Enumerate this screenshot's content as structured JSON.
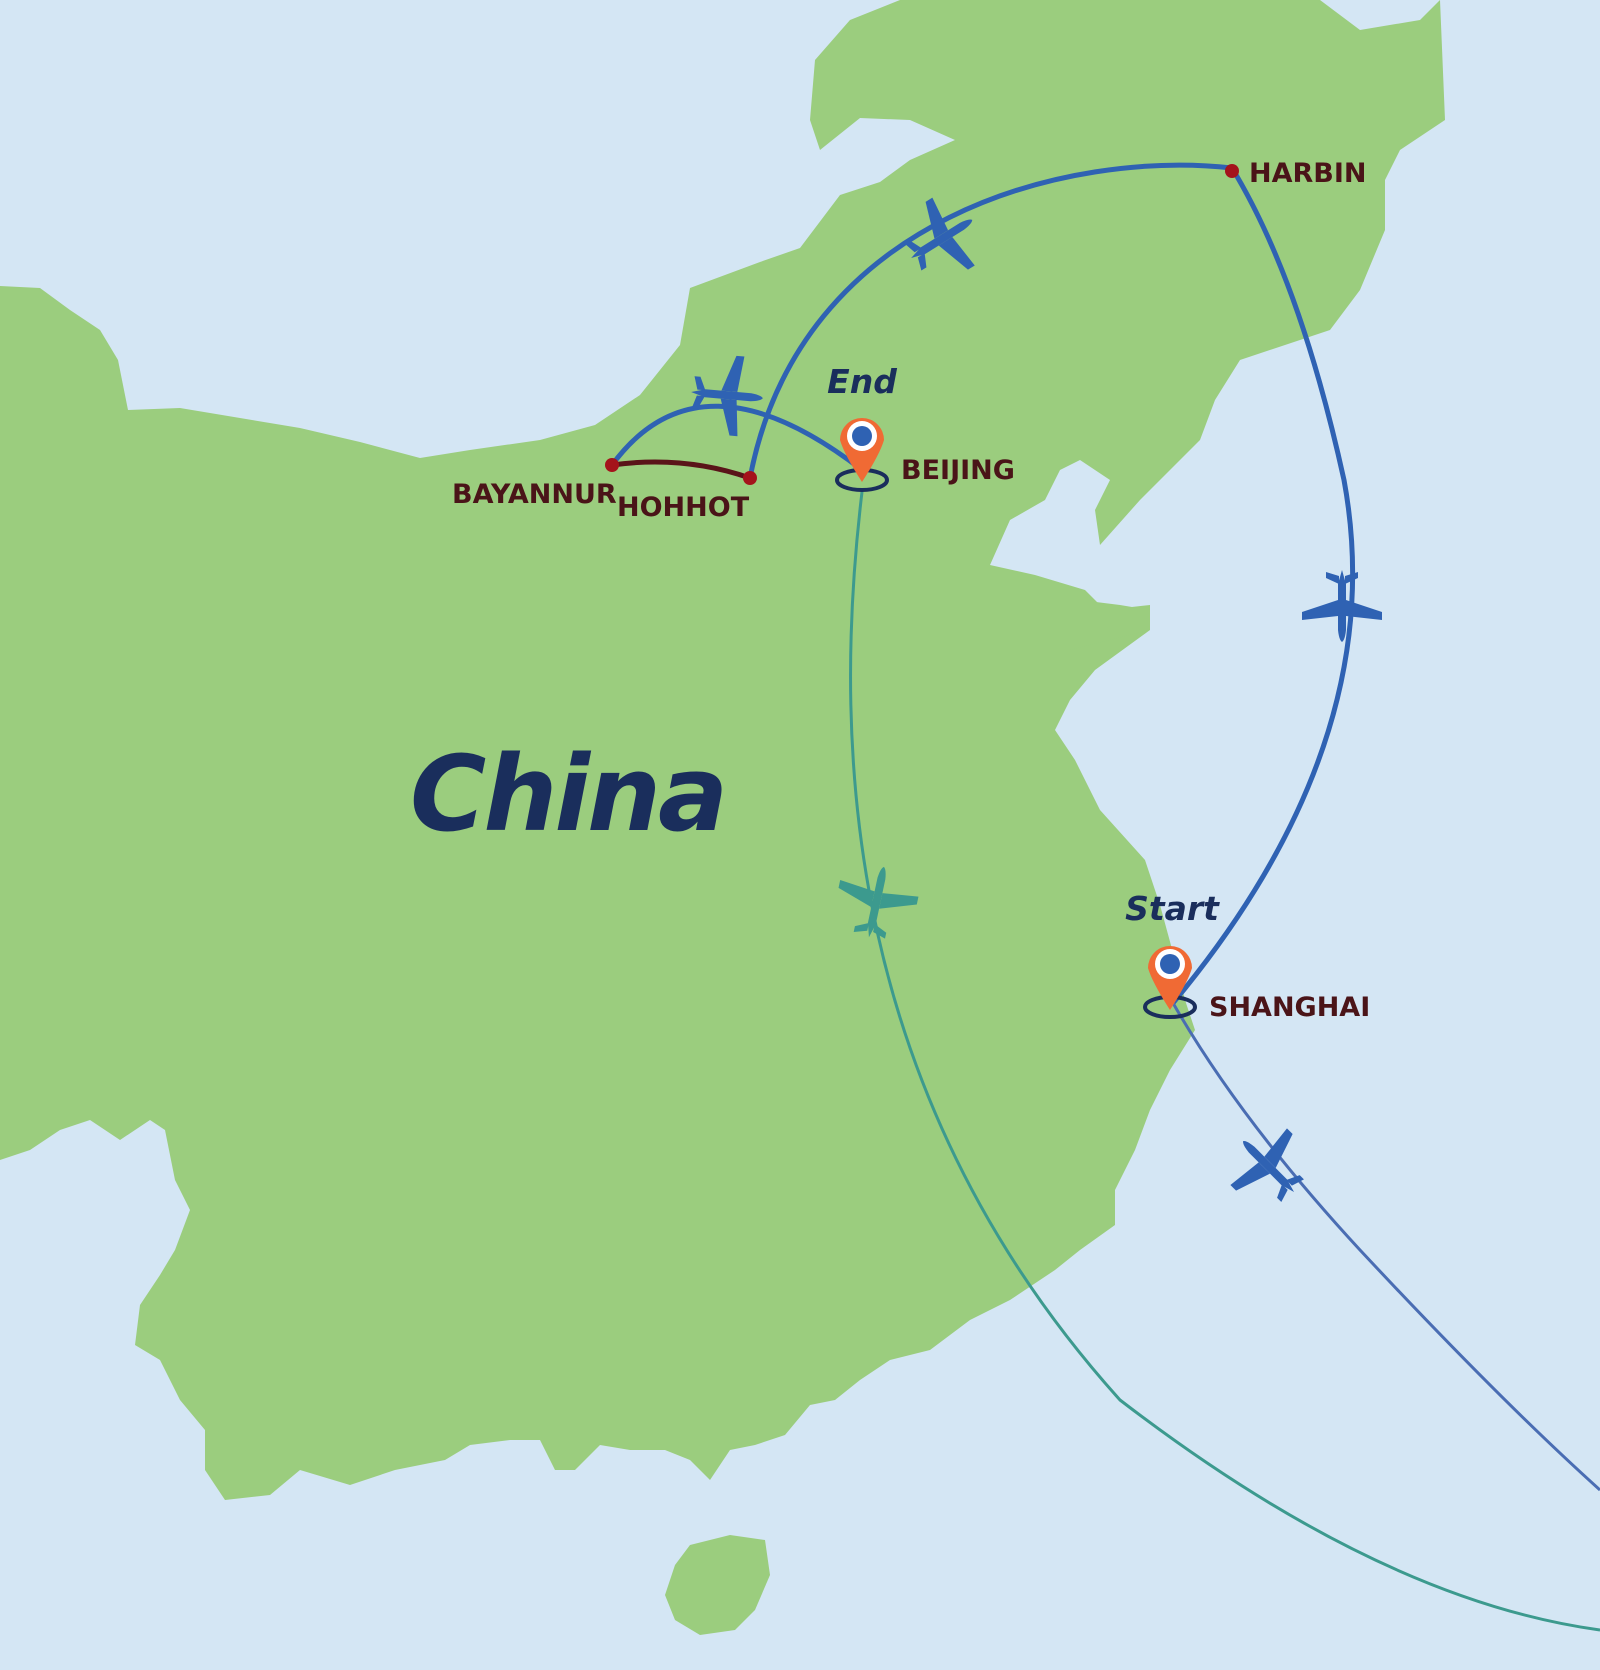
{
  "map": {
    "country": "China",
    "colors": {
      "sea": "#d4e6f4",
      "land": "#9bcd7e",
      "route_flight": "#2f62b3",
      "route_ground": "#5a1419",
      "route_teal": "#3c9a8e",
      "pin": "#f06a34",
      "pin_dot": "#2f62b3",
      "city_dot": "#a4131b",
      "label_dark": "#4a1418",
      "label_navy": "#1a2e5c"
    },
    "markers": {
      "start": "Start",
      "end": "End"
    },
    "cities": {
      "harbin": "HARBIN",
      "beijing": "BEIJING",
      "bayannur": "BAYANNUR",
      "hohhot": "HOHHOT",
      "shanghai": "SHANGHAI"
    },
    "icons": [
      "airplane-icon",
      "map-pin-icon",
      "city-dot-icon"
    ]
  }
}
